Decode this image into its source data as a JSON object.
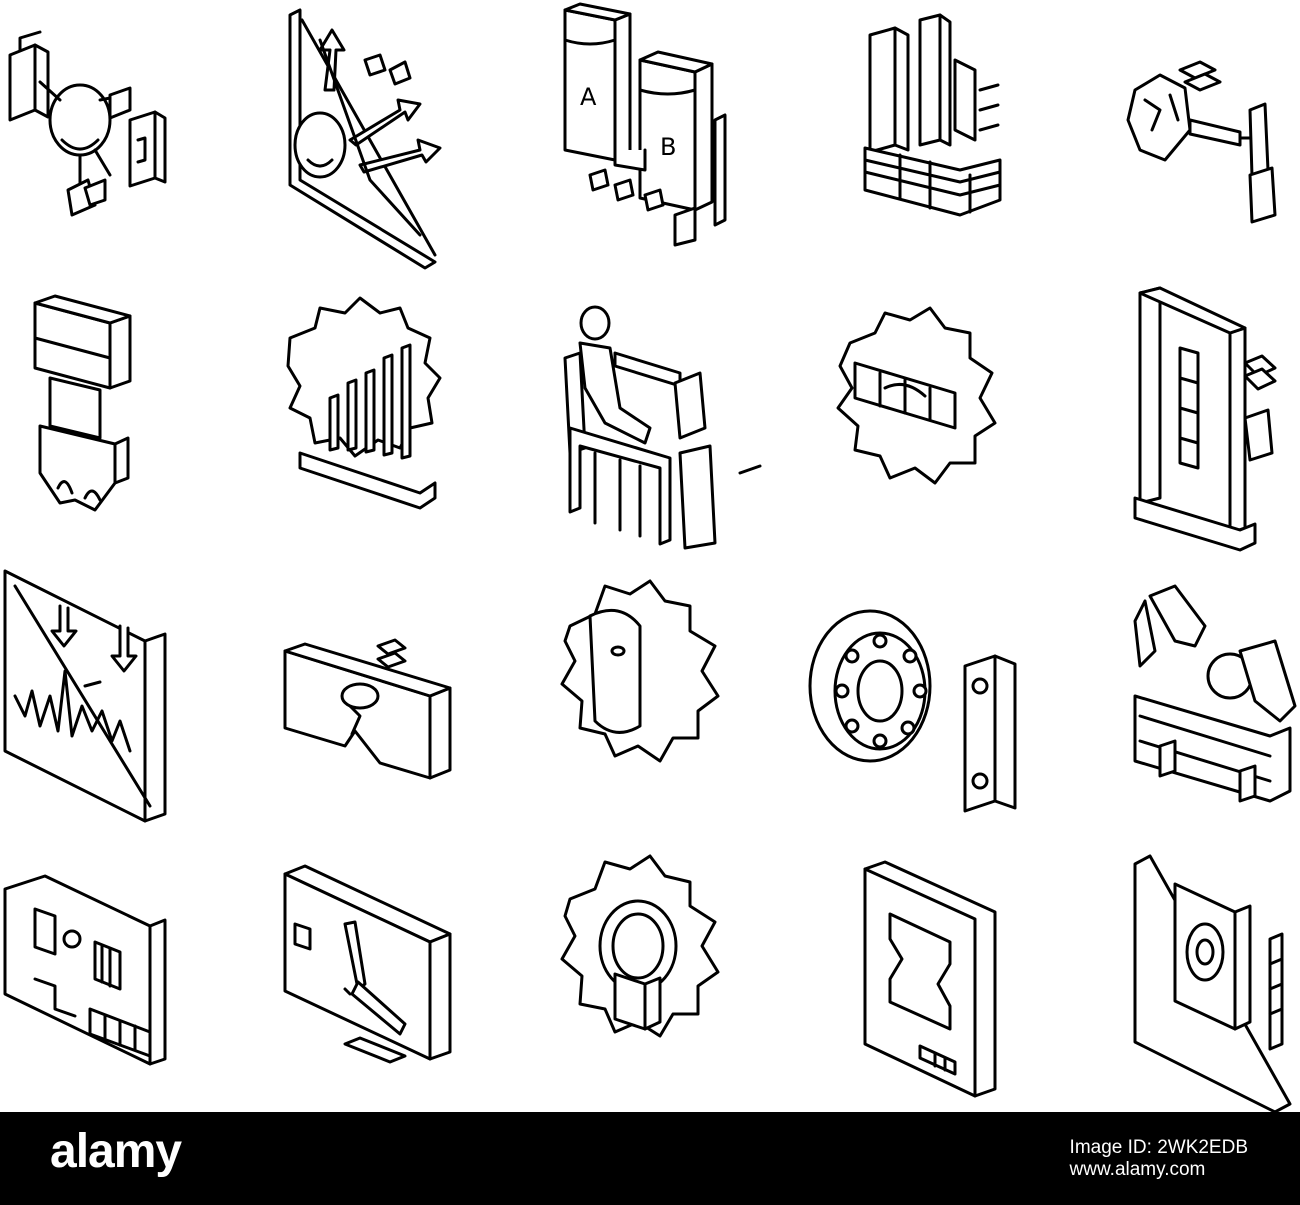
{
  "image": {
    "icons": [
      {
        "name": "process-diagram-icon"
      },
      {
        "name": "descending-arrows-chart-icon"
      },
      {
        "name": "tanks-a-b-icon"
      },
      {
        "name": "factory-pipes-stack-icon"
      },
      {
        "name": "gear-rock-transfer-icon"
      },
      {
        "name": "hydraulic-press-icon"
      },
      {
        "name": "gear-bar-chart-icon"
      },
      {
        "name": "operator-seated-icon"
      },
      {
        "name": "gear-engine-icon"
      },
      {
        "name": "press-frame-icon"
      },
      {
        "name": "stress-graph-icon"
      },
      {
        "name": "cracked-plate-icon"
      },
      {
        "name": "gear-shield-icon"
      },
      {
        "name": "ball-bearing-icon"
      },
      {
        "name": "robot-arms-conveyor-icon"
      },
      {
        "name": "circuit-blueprint-icon"
      },
      {
        "name": "monitor-tool-icon"
      },
      {
        "name": "gear-magnifier-icon"
      },
      {
        "name": "tablet-specimen-icon"
      },
      {
        "name": "document-bearing-icon"
      }
    ],
    "tank_labels": [
      "A",
      "B"
    ]
  },
  "footer": {
    "brand": "alamy",
    "image_id": "Image ID: 2WK2EDB",
    "site": "www.alamy.com"
  }
}
